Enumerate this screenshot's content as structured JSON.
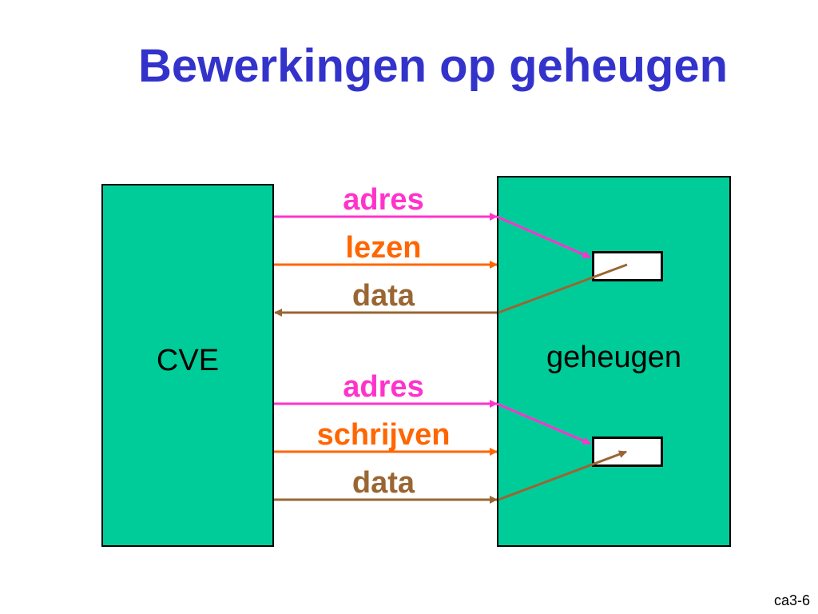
{
  "slide": {
    "title": "Bewerkingen op geheugen",
    "footer": "ca3-6"
  },
  "diagram": {
    "cpu_label": "CVE",
    "memory_label": "geheugen",
    "read_operation": {
      "address_label": "adres",
      "control_label": "lezen",
      "data_label": "data"
    },
    "write_operation": {
      "address_label": "adres",
      "control_label": "schrijven",
      "data_label": "data"
    }
  },
  "colors": {
    "title": "#3333cc",
    "box_fill": "#00cc99",
    "address": "#ff33cc",
    "control": "#ff6600",
    "data": "#996633"
  }
}
